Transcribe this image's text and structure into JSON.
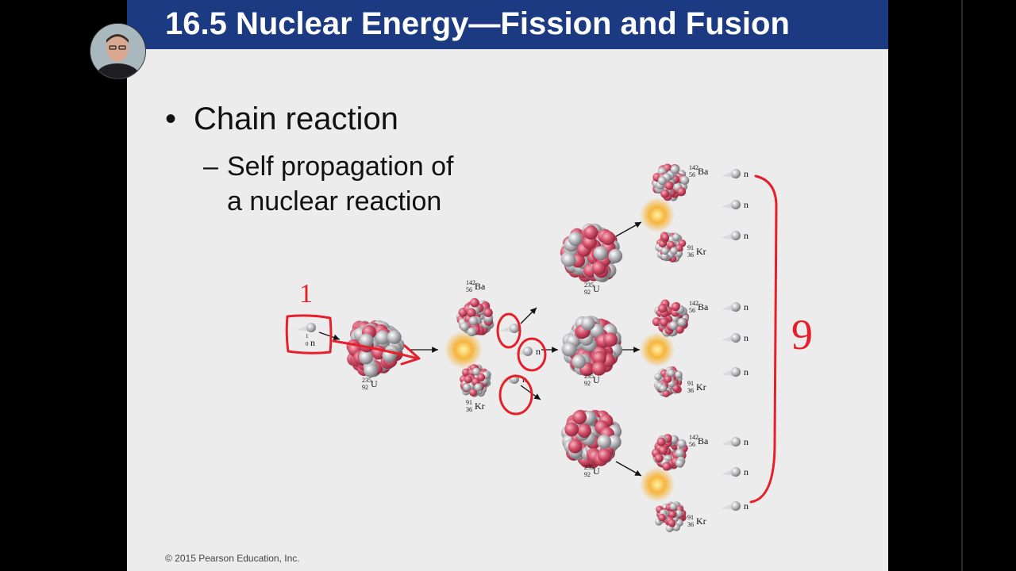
{
  "slide": {
    "title": "16.5 Nuclear Energy—Fission and Fusion",
    "bullet": "Chain reaction",
    "sub_dash": "–",
    "sub_line1": "Self propagation of",
    "sub_line2": "a nuclear reaction",
    "copyright": "© 2015 Pearson Education, Inc."
  },
  "diagram": {
    "neutron_label": "n",
    "neutron_mass": "1",
    "neutron_atomic": "0",
    "uranium": {
      "mass": "235",
      "atomic": "92",
      "symbol": "U"
    },
    "barium": {
      "mass": "142",
      "atomic": "56",
      "symbol": "Ba"
    },
    "krypton": {
      "mass": "91",
      "atomic": "36",
      "symbol": "Kr"
    }
  },
  "annotations": {
    "count_start": "1",
    "count_end": "9"
  },
  "colors": {
    "title_bar": "#1b3a82",
    "annotation": "#e5202a",
    "nucleon_red": "#d2506a",
    "nucleon_gray": "#b9b9bd"
  }
}
